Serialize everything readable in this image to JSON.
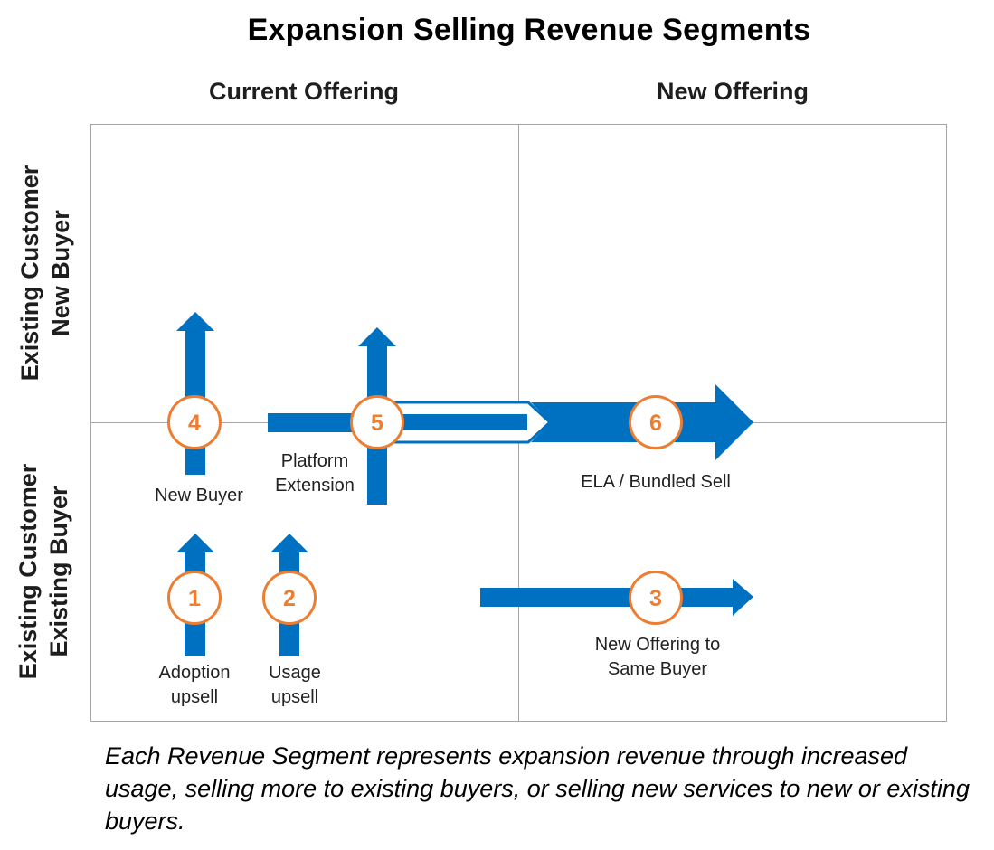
{
  "title": "Expansion Selling Revenue Segments",
  "columns": {
    "left": "Current Offering",
    "right": "New Offering"
  },
  "rows": {
    "top": [
      "Existing Customer",
      "New Buyer"
    ],
    "bottom": [
      "Existing Customer",
      "Existing Buyer"
    ]
  },
  "segments": [
    {
      "number": "1",
      "label": [
        "Adoption",
        "upsell"
      ]
    },
    {
      "number": "2",
      "label": [
        "Usage",
        "upsell"
      ]
    },
    {
      "number": "3",
      "label": [
        "New Offering to",
        "Same Buyer"
      ]
    },
    {
      "number": "4",
      "label": [
        "New Buyer"
      ]
    },
    {
      "number": "5",
      "label": [
        "Platform",
        "Extension"
      ]
    },
    {
      "number": "6",
      "label": [
        "ELA / Bundled Sell"
      ]
    }
  ],
  "footer": "Each Revenue Segment represents expansion revenue through increased usage, selling more to existing buyers, or selling new services to new or existing buyers.",
  "colors": {
    "arrow": "#0070c0",
    "circle_border": "#ed7d31",
    "circle_text": "#ed7d31",
    "grid": "#a6a6a6"
  }
}
